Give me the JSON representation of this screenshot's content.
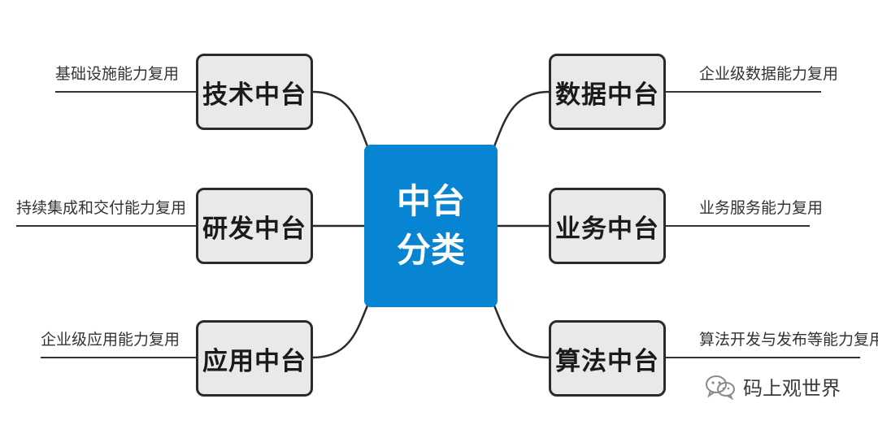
{
  "center": {
    "line1": "中台",
    "line2": "分类"
  },
  "nodes": [
    {
      "id": "tech",
      "label": "技术中台",
      "desc": "基础设施能力复用"
    },
    {
      "id": "rnd",
      "label": "研发中台",
      "desc": "持续集成和交付能力复用"
    },
    {
      "id": "app",
      "label": "应用中台",
      "desc": "企业级应用能力复用"
    },
    {
      "id": "data",
      "label": "数据中台",
      "desc": "企业级数据能力复用"
    },
    {
      "id": "biz",
      "label": "业务中台",
      "desc": "业务服务能力复用"
    },
    {
      "id": "algo",
      "label": "算法中台",
      "desc": "算法开发与发布等能力复用"
    }
  ],
  "brand": {
    "icon": "wechat-icon",
    "text": "码上观世界"
  },
  "colors": {
    "center_fill": "#0785d2",
    "node_fill": "#e9e9e9",
    "node_border": "#2b2b2b",
    "line": "#2b2b2b"
  }
}
